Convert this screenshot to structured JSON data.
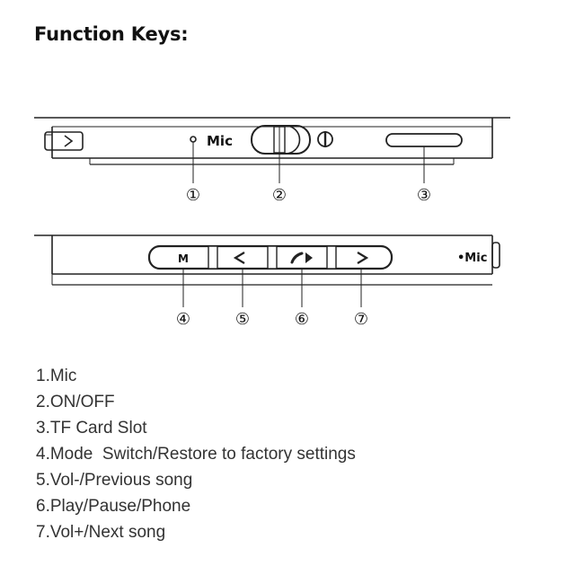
{
  "title": "Function Keys:",
  "device_top": {
    "mic_label": "Mic",
    "callouts": [
      "①",
      "②",
      "③"
    ]
  },
  "device_bottom": {
    "buttons": {
      "mode": "M",
      "prev": "<",
      "next": ">"
    },
    "side_mic_label": "•Mic",
    "callouts": [
      "④",
      "⑤",
      "⑥",
      "⑦"
    ]
  },
  "legend": [
    "1.Mic",
    "2.ON/OFF",
    "3.TF Card Slot",
    "4.Mode  Switch/Restore to factory settings",
    "5.Vol-/Previous song",
    "6.Play/Pause/Phone",
    "7.Vol+/Next song"
  ]
}
